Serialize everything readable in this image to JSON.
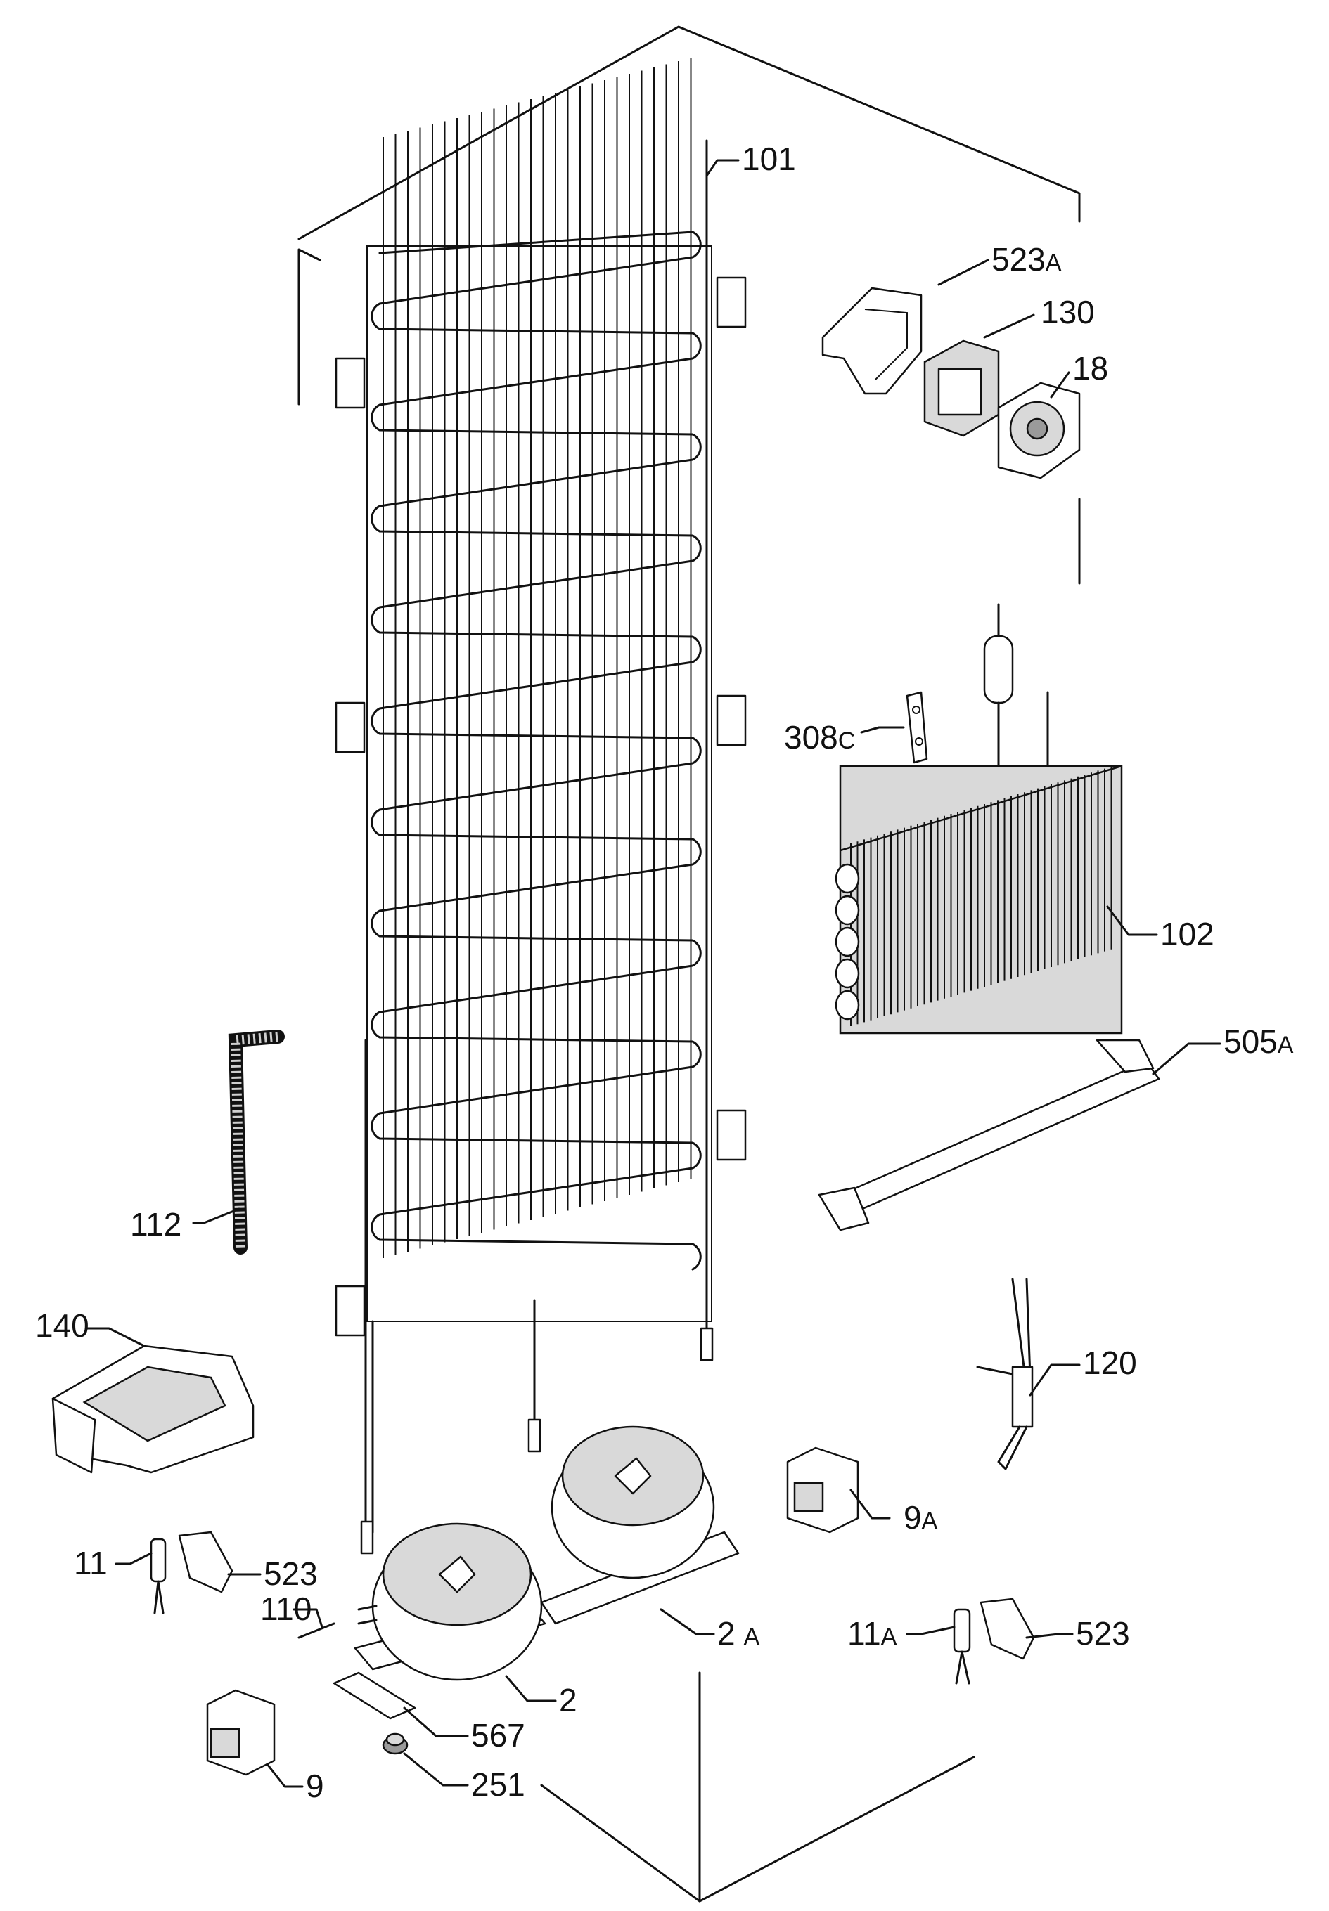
{
  "labels": {
    "l101": "101",
    "l523a": "523",
    "l523a_sfx": "A",
    "l130": "130",
    "l18": "18",
    "l308c": "308",
    "l308c_sfx": "C",
    "l102": "102",
    "l505a": "505",
    "l505a_sfx": "A",
    "l112": "112",
    "l140": "140",
    "l120": "120",
    "l9a": "9",
    "l9a_sfx": "A",
    "l11": "11",
    "l523_left": "523",
    "l2a": "2",
    "l2a_sfx": "A",
    "l11a": "11",
    "l11a_sfx": "A",
    "l523_right": "523",
    "l110": "110",
    "l2": "2",
    "l567": "567",
    "l251": "251",
    "l9": "9"
  }
}
